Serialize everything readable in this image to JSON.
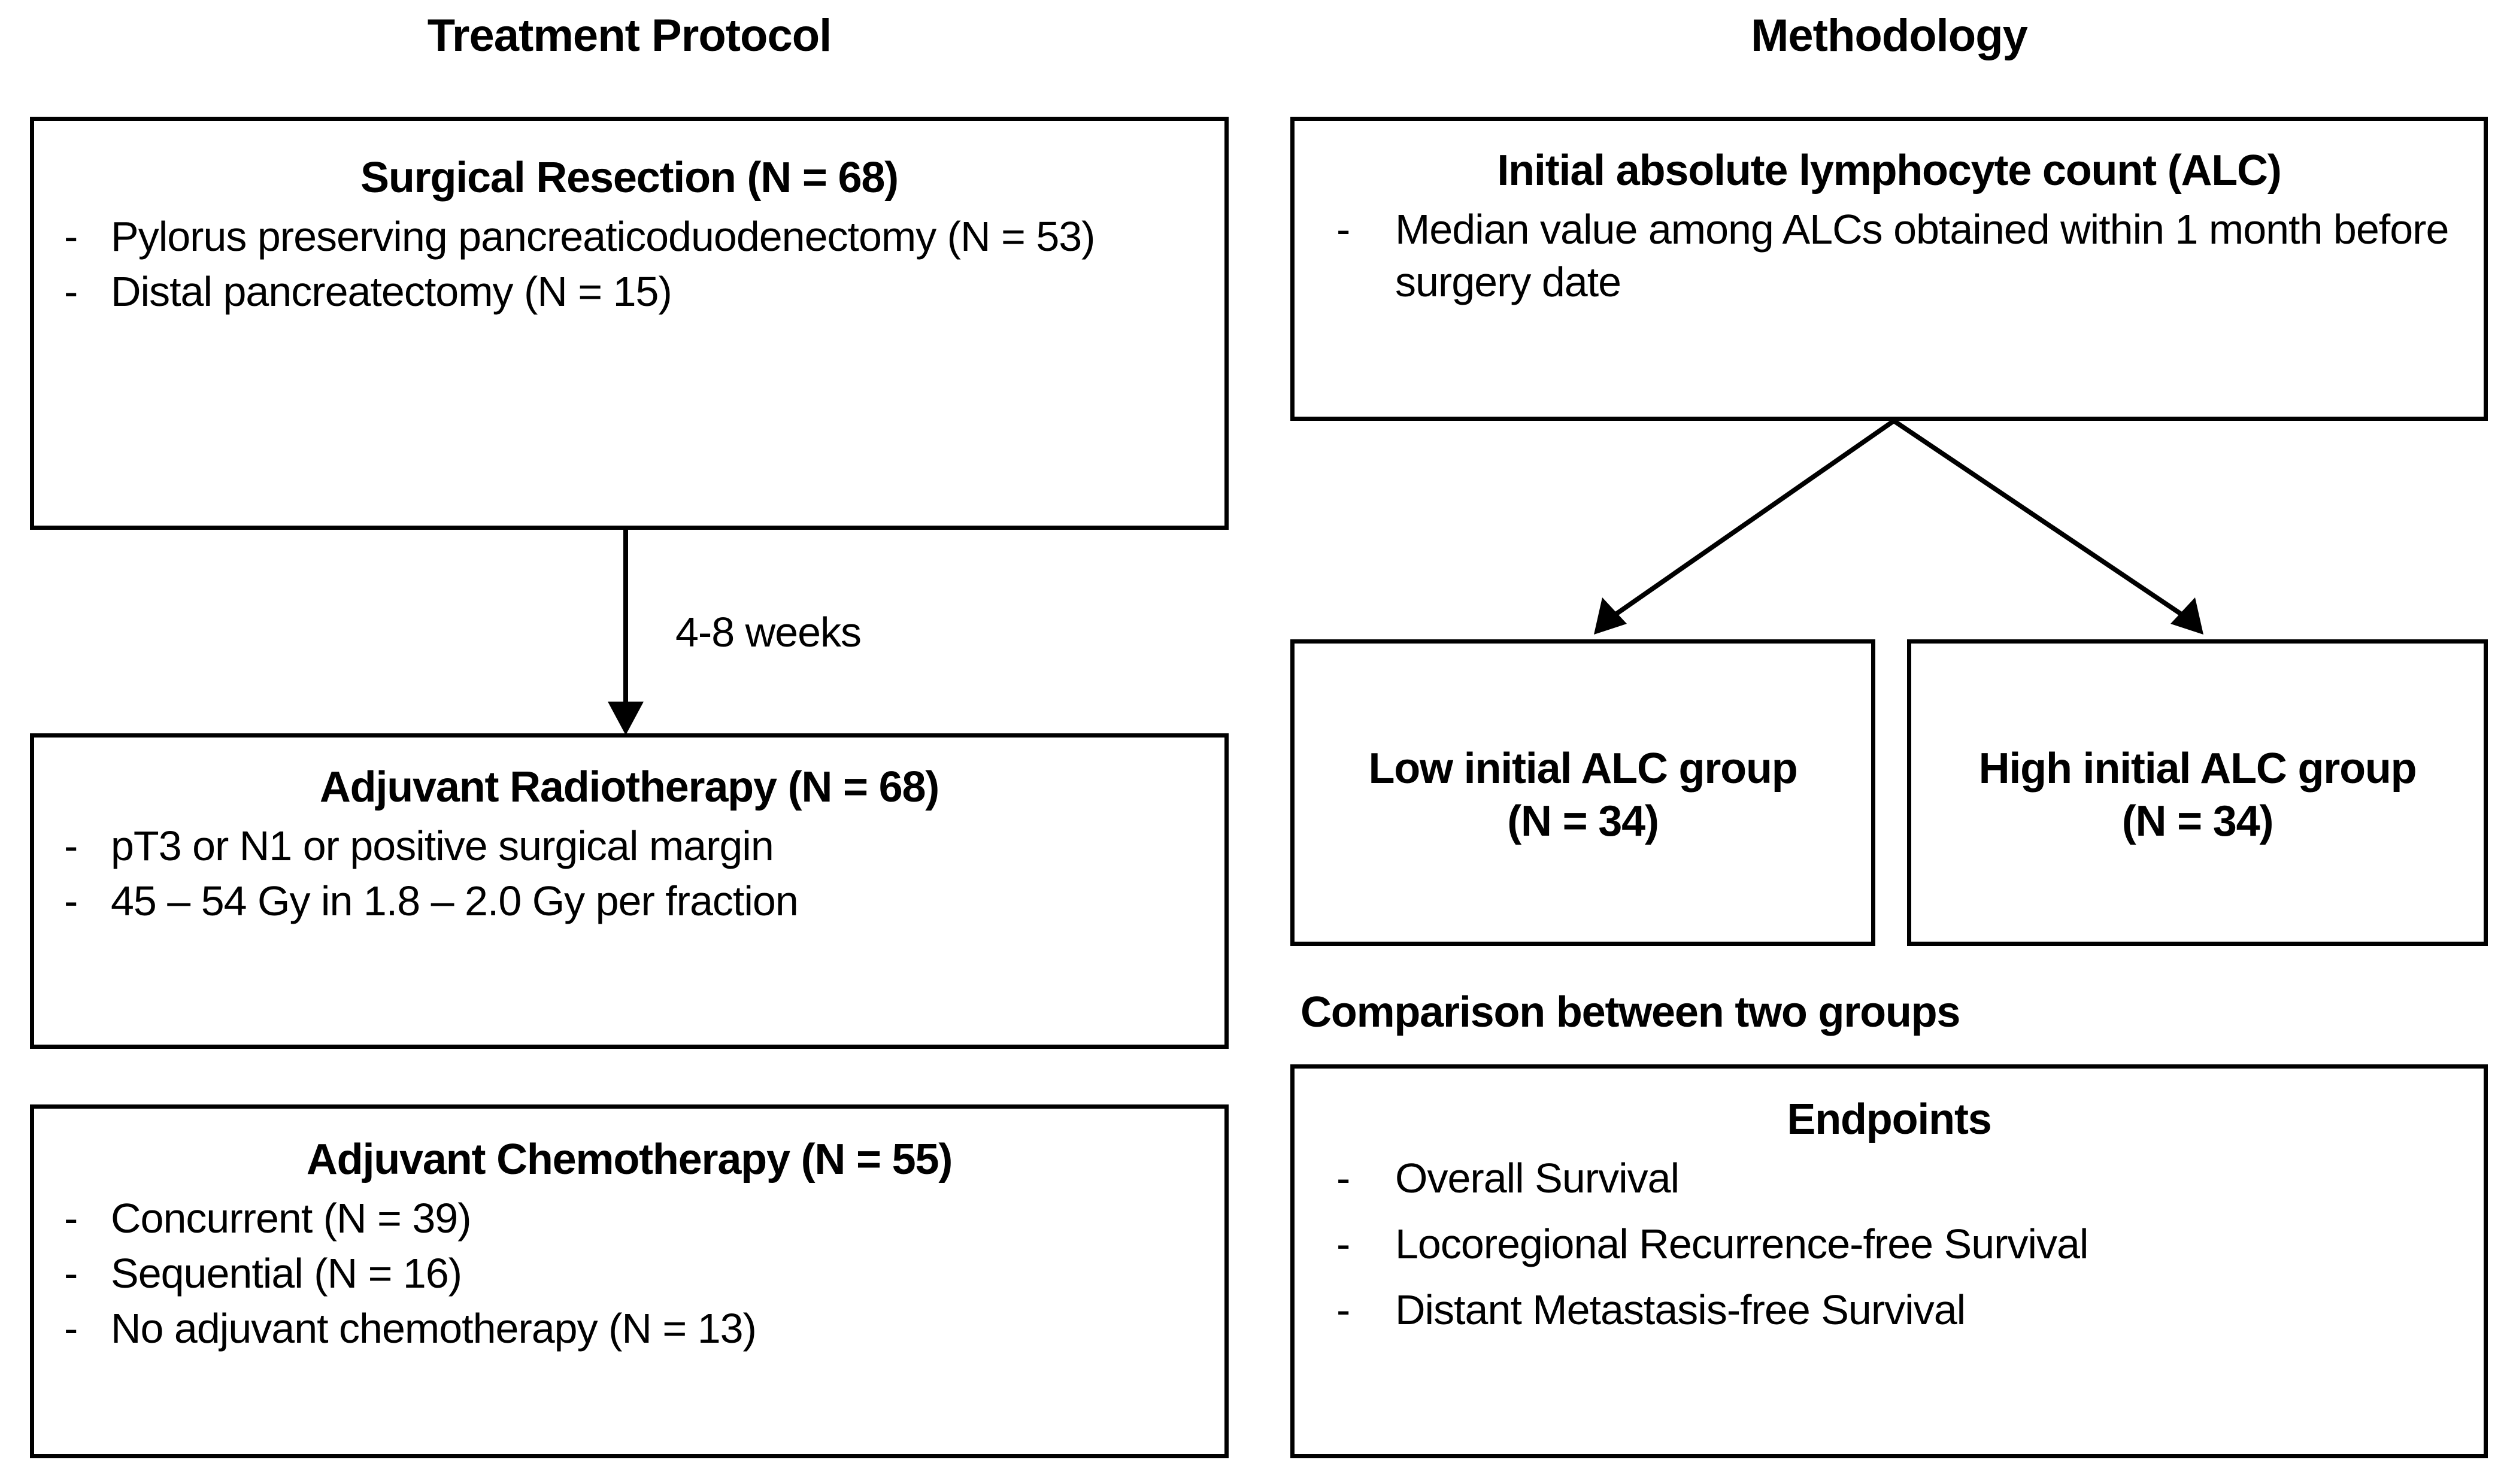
{
  "columns": {
    "left": {
      "header": "Treatment Protocol"
    },
    "right": {
      "header": "Methodology"
    }
  },
  "left_column": {
    "boxes": [
      {
        "title": "Surgical Resection (N = 68)",
        "bullets": [
          "Pylorus preserving pancreaticoduodenectomy (N = 53)",
          "Distal pancreatectomy (N = 15)"
        ]
      },
      {
        "title": "Adjuvant Radiotherapy (N = 68)",
        "bullets": [
          "pT3 or N1 or positive surgical margin",
          "45 – 54 Gy in 1.8 – 2.0 Gy per fraction"
        ]
      },
      {
        "title": "Adjuvant Chemotherapy (N = 55)",
        "bullets": [
          "Concurrent (N = 39)",
          "Sequential (N = 16)",
          "No adjuvant chemotherapy (N = 13)"
        ]
      }
    ],
    "edge_label": "4-8 weeks",
    "bullet_marker": "-"
  },
  "right_column": {
    "alc_box": {
      "title": "Initial absolute lymphocyte count (ALC)",
      "bullets": [
        "Median value among ALCs obtained within 1 month before surgery date"
      ]
    },
    "groups": [
      {
        "name": "Low initial ALC group",
        "count": "(N = 34)"
      },
      {
        "name": "High initial ALC group",
        "count": "(N = 34)"
      }
    ],
    "comparison_caption": "Comparison between two groups",
    "endpoints_box": {
      "title": "Endpoints",
      "bullets": [
        "Overall Survival",
        "Locoregional Recurrence-free Survival",
        "Distant Metastasis-free Survival"
      ]
    },
    "bullet_marker": "-"
  },
  "colors": {
    "stroke": "#000000",
    "background": "#ffffff",
    "text": "#000000"
  }
}
